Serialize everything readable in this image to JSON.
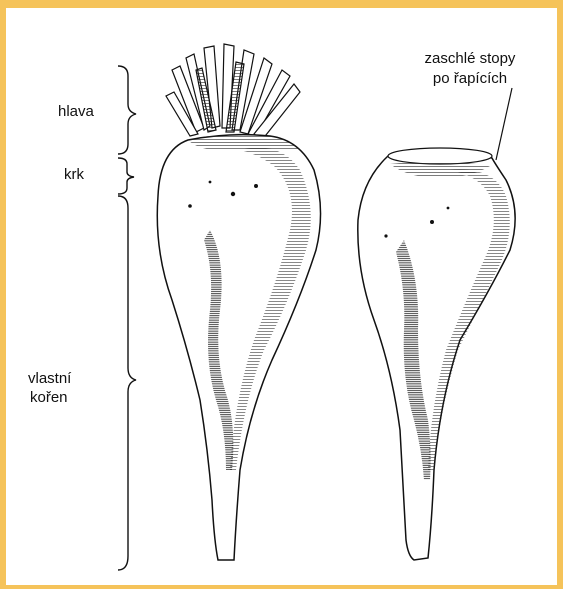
{
  "colors": {
    "frame": "#f5c35a",
    "background": "#ffffff",
    "ink": "#111111"
  },
  "labels": {
    "head": "hlava",
    "neck": "krk",
    "root_line1": "vlastní",
    "root_line2": "kořen",
    "scars_line1": "zaschlé stopy",
    "scars_line2": "po řapících"
  }
}
